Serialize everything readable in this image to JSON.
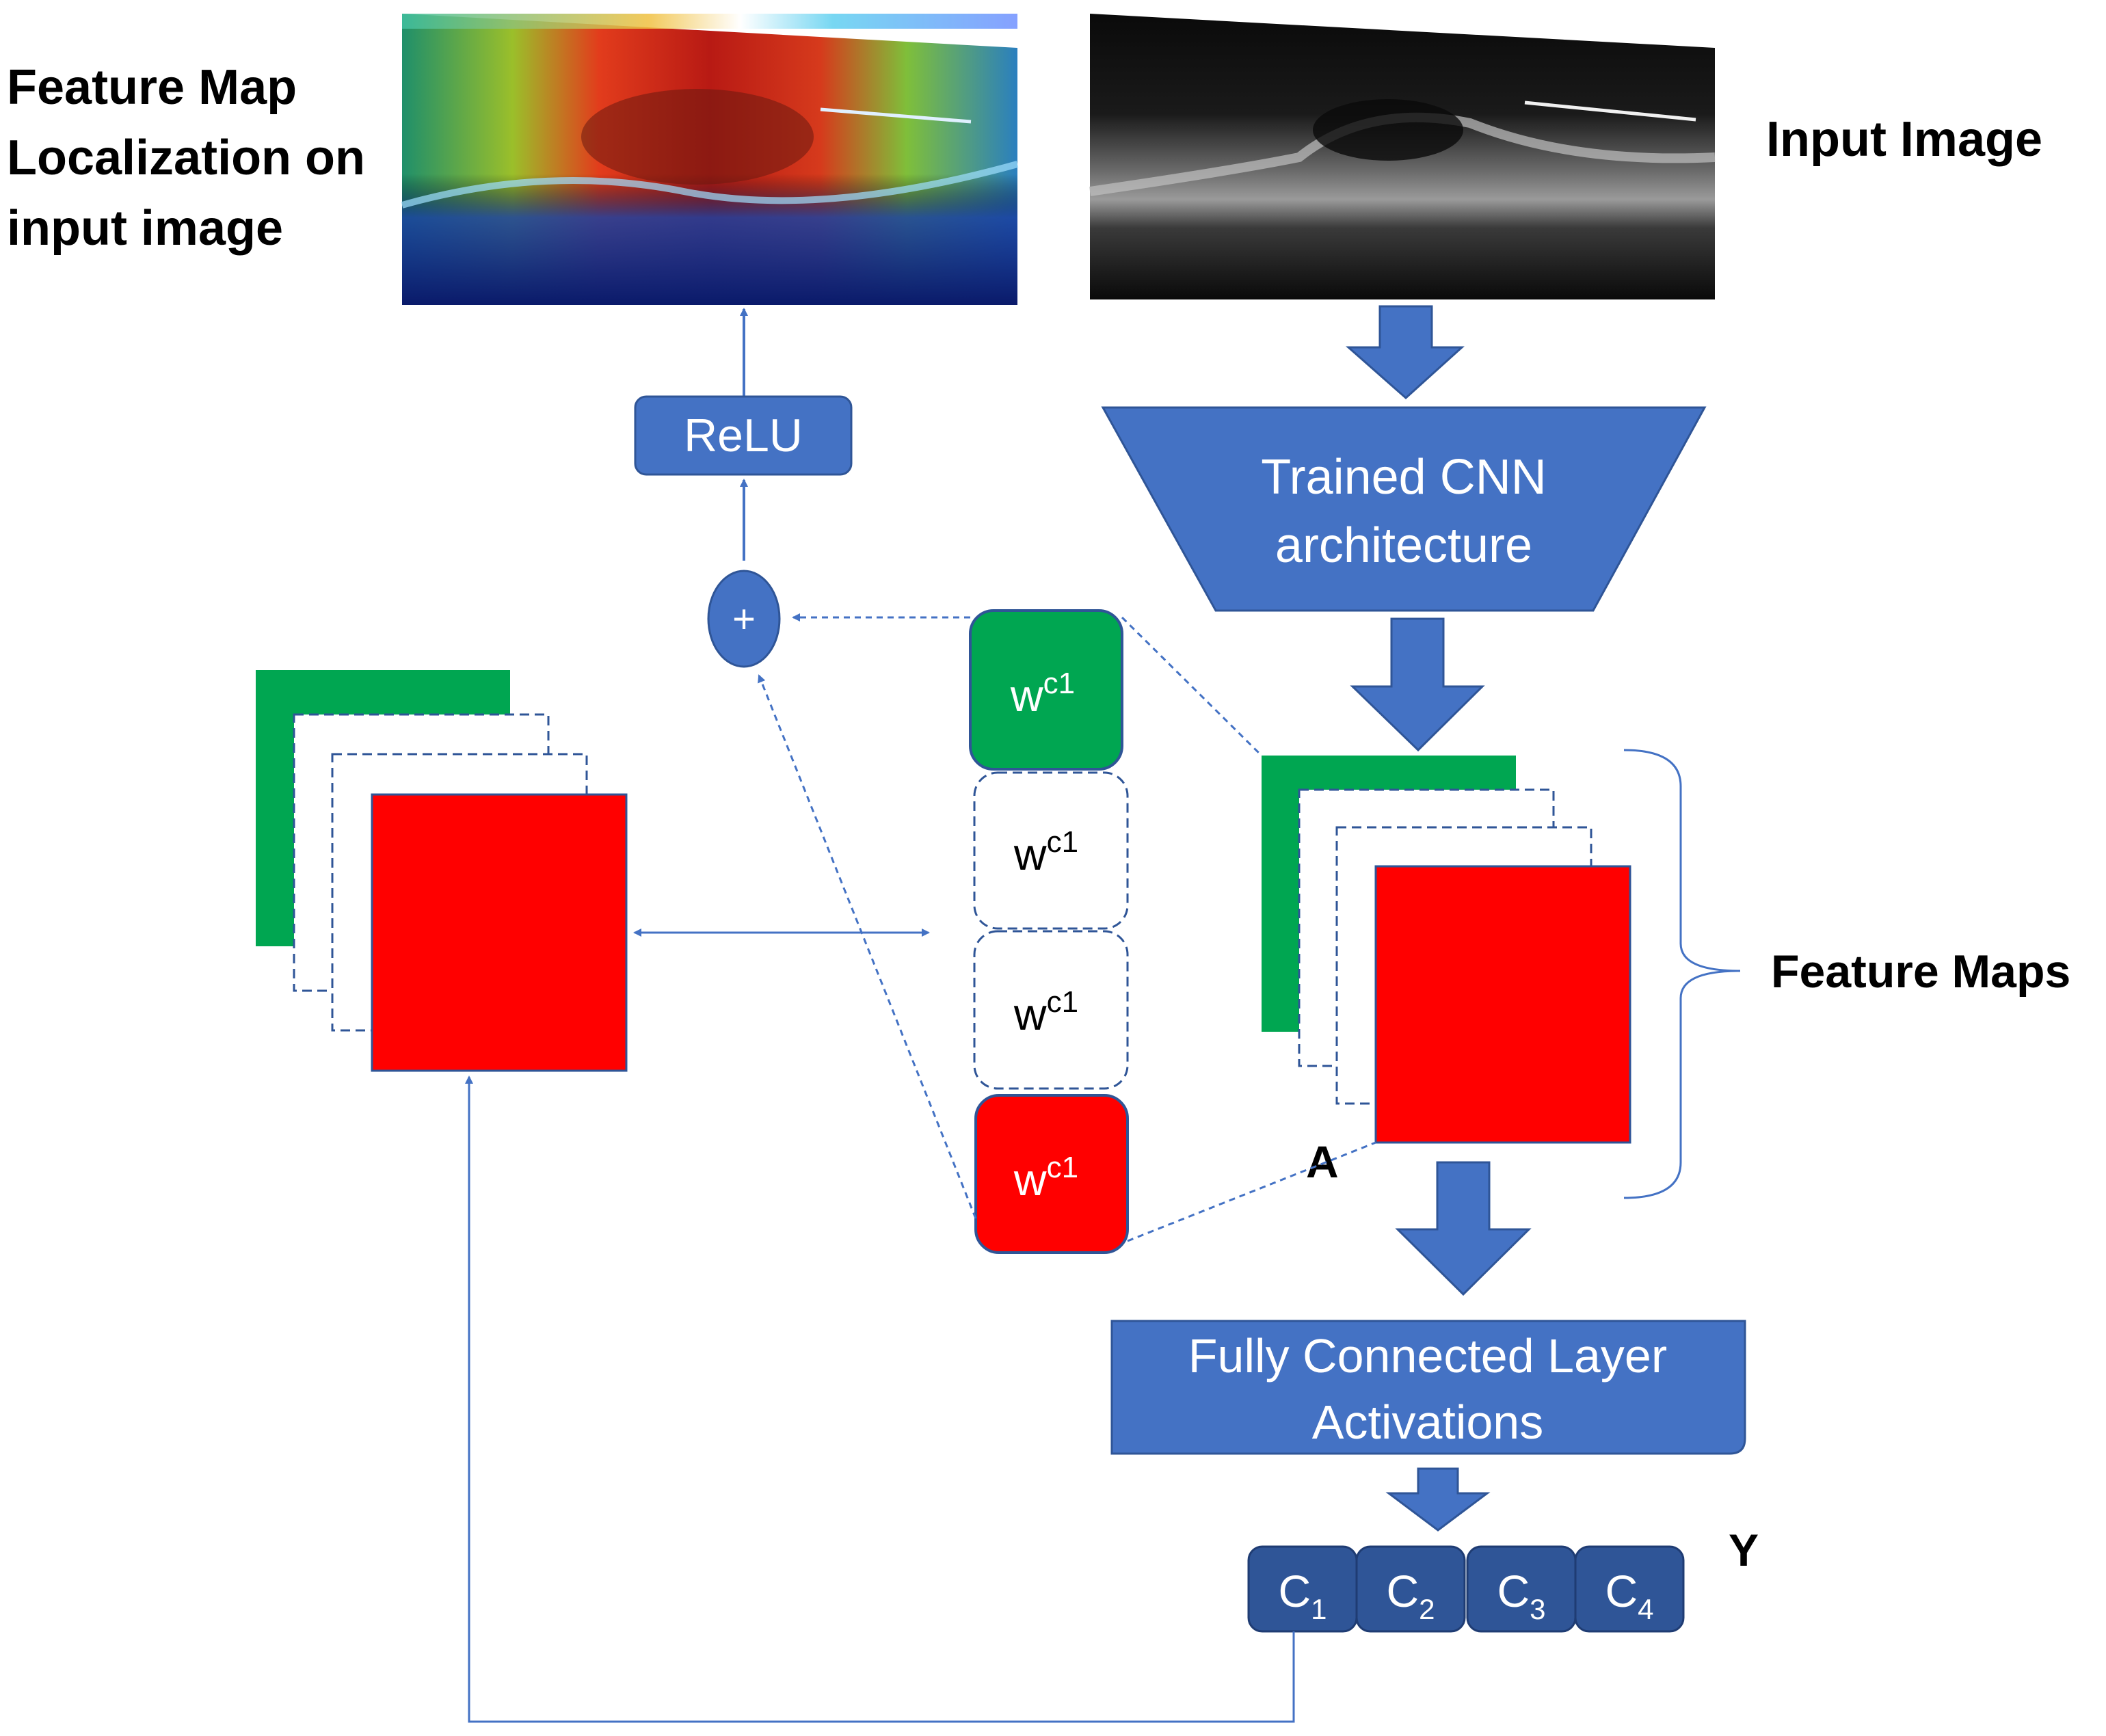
{
  "labels": {
    "localization_title": [
      "Feature Map",
      "Localization on",
      "input image"
    ],
    "input_image": "Input Image",
    "relu": "ReLU",
    "cnn": [
      "Trained CNN",
      "architecture"
    ],
    "feature_maps": "Feature Maps",
    "a_label": "A",
    "plus": "+",
    "fc": [
      "Fully Connected Layer",
      "Activations"
    ],
    "y_label": "Y",
    "classes": [
      {
        "base": "C",
        "sub": "1"
      },
      {
        "base": "C",
        "sub": "2"
      },
      {
        "base": "C",
        "sub": "3"
      },
      {
        "base": "C",
        "sub": "4"
      }
    ],
    "weight": {
      "base": "w",
      "sup": "c1"
    }
  },
  "colors": {
    "accent_blue": "#4472c4",
    "dark_blue": "#2f5597",
    "green": "#00a651",
    "red": "#ff0000"
  }
}
